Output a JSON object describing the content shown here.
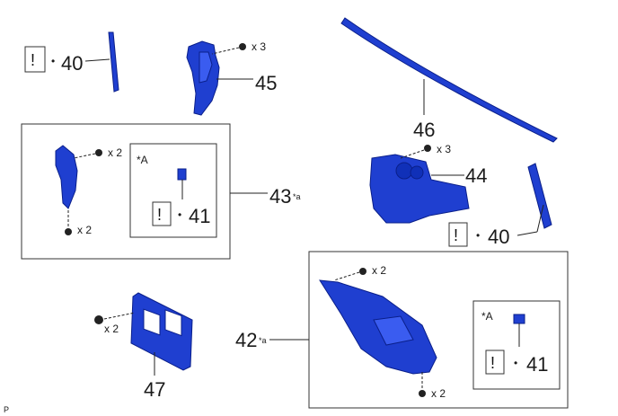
{
  "callouts": {
    "c40_top": "40",
    "c45": "45",
    "c46": "46",
    "c43": "43",
    "c43_note": "*a",
    "c44": "44",
    "c41_top": "41",
    "c40_right": "40",
    "c42": "42",
    "c42_note": "*a",
    "c41_bottom": "41",
    "c47": "47"
  },
  "quantities": {
    "q45_screw": "x 3",
    "q43_top": "x 2",
    "q43_bottom": "x 2",
    "q44_screw": "x 3",
    "q42_top": "x 2",
    "q42_bottom": "x 2",
    "q47_screw": "x 2"
  },
  "inset_labels": {
    "inset_top": "*A",
    "inset_bottom": "*A"
  },
  "notice_symbol": "!",
  "bullet": "•",
  "corner_mark": "P",
  "colors": {
    "part_blue": "#1f3fd0",
    "part_outline": "#0a1f8a"
  }
}
